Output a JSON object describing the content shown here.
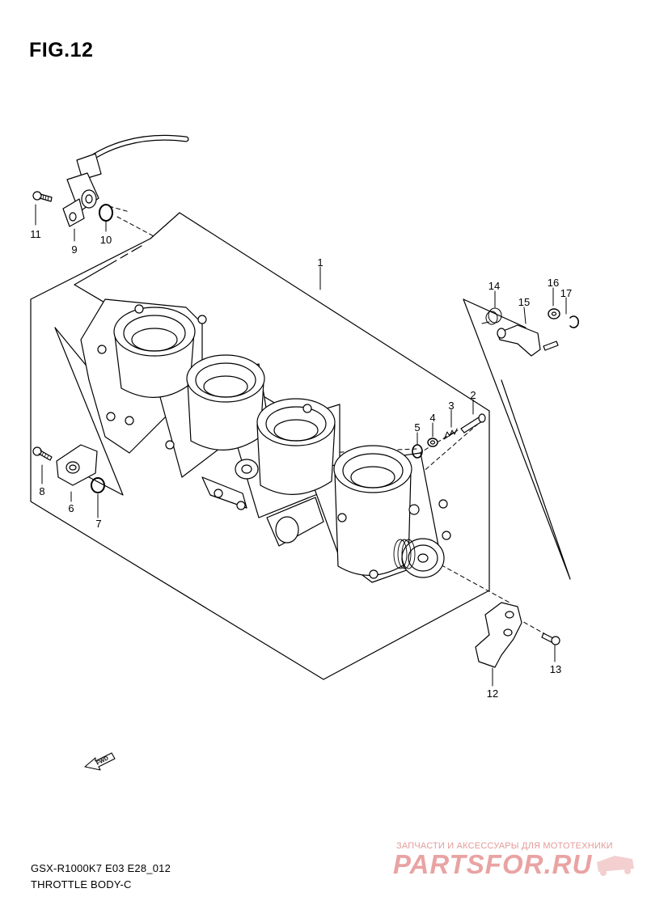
{
  "figure": {
    "title": "FIG.12"
  },
  "callouts": [
    {
      "id": "1",
      "label": "1"
    },
    {
      "id": "2",
      "label": "2"
    },
    {
      "id": "3",
      "label": "3"
    },
    {
      "id": "4",
      "label": "4"
    },
    {
      "id": "5",
      "label": "5"
    },
    {
      "id": "6",
      "label": "6"
    },
    {
      "id": "7",
      "label": "7"
    },
    {
      "id": "8",
      "label": "8"
    },
    {
      "id": "9",
      "label": "9"
    },
    {
      "id": "10",
      "label": "10"
    },
    {
      "id": "11",
      "label": "11"
    },
    {
      "id": "12",
      "label": "12"
    },
    {
      "id": "13",
      "label": "13"
    },
    {
      "id": "14",
      "label": "14"
    },
    {
      "id": "15",
      "label": "15"
    },
    {
      "id": "16",
      "label": "16"
    },
    {
      "id": "17",
      "label": "17"
    }
  ],
  "fwd_marker": {
    "text": "FWD"
  },
  "footer": {
    "model_code": "GSX-R1000K7 E03 E28_012",
    "section_name": "THROTTLE BODY-C"
  },
  "watermark": {
    "tagline": "ЗАПЧАСТИ И АКСЕССУАРЫ ДЛЯ МОТОТЕХНИКИ",
    "logo_text": "PARTSFOR.RU"
  }
}
